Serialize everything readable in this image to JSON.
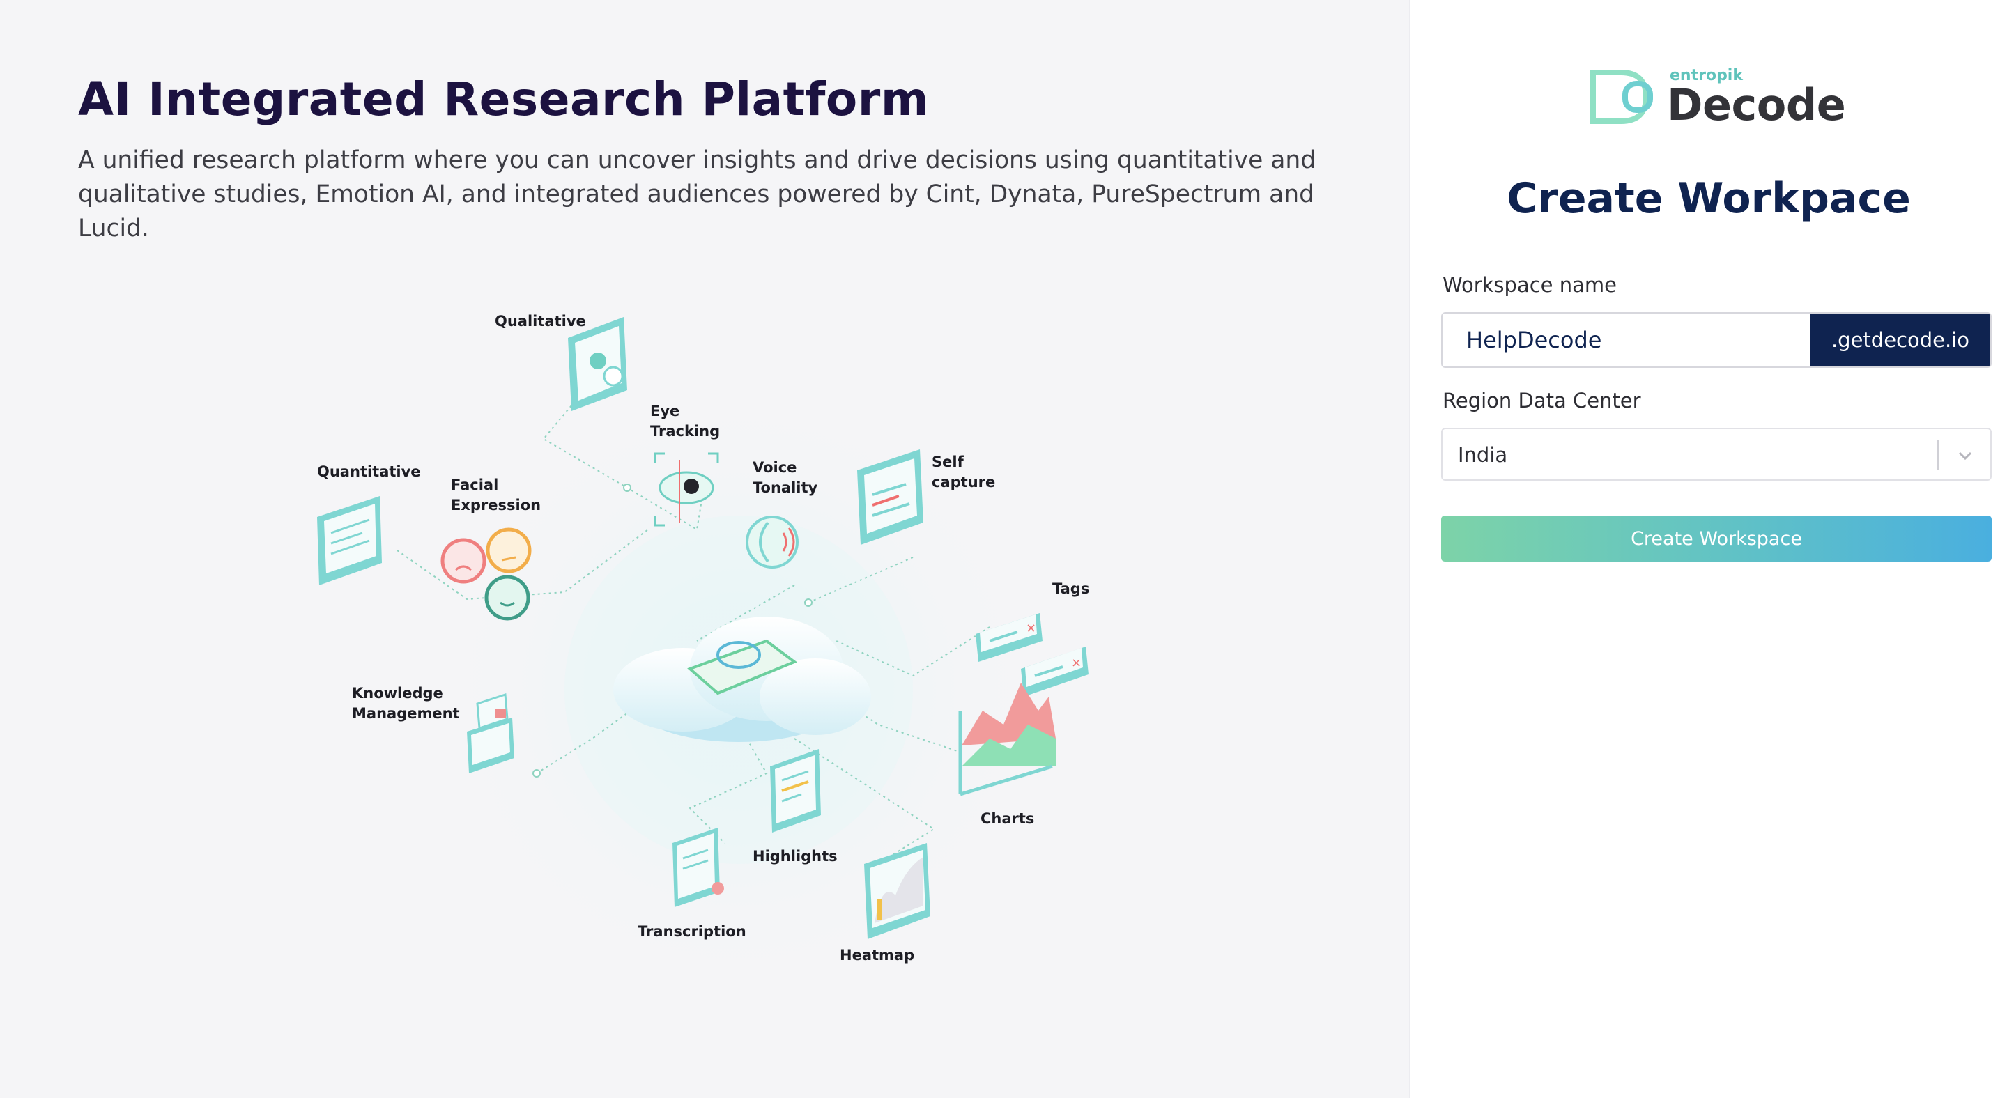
{
  "hero": {
    "title": "AI Integrated Research Platform",
    "subtitle": "A unified research platform where you can uncover insights and drive decisions using quantitative and qualitative studies, Emotion AI, and integrated audiences powered by Cint, Dynata, PureSpectrum and Lucid."
  },
  "illustration": {
    "labels": {
      "qualitative": "Qualitative",
      "eye_tracking_1": "Eye",
      "eye_tracking_2": "Tracking",
      "voice_tonality_1": "Voice",
      "voice_tonality_2": "Tonality",
      "self_capture_1": "Self",
      "self_capture_2": "capture",
      "quantitative": "Quantitative",
      "facial_expression_1": "Facial",
      "facial_expression_2": "Expression",
      "tags": "Tags",
      "knowledge_management_1": "Knowledge",
      "knowledge_management_2": "Management",
      "charts": "Charts",
      "highlights": "Highlights",
      "transcription": "Transcription",
      "heatmap": "Heatmap"
    }
  },
  "logo": {
    "small_text": "entropik",
    "big_text": "Decode"
  },
  "form": {
    "title": "Create Workpace",
    "workspace_label": "Workspace name",
    "workspace_value": "HelpDecode",
    "workspace_suffix": ".getdecode.io",
    "region_label": "Region Data Center",
    "region_value": "India",
    "submit_label": "Create Workspace"
  },
  "colors": {
    "title_navy": "#0f2350",
    "hero_title": "#1c1240",
    "teal_accent": "#5fc3bb",
    "button_gradient_start": "#7dd3a8",
    "button_gradient_end": "#4aafdf"
  }
}
